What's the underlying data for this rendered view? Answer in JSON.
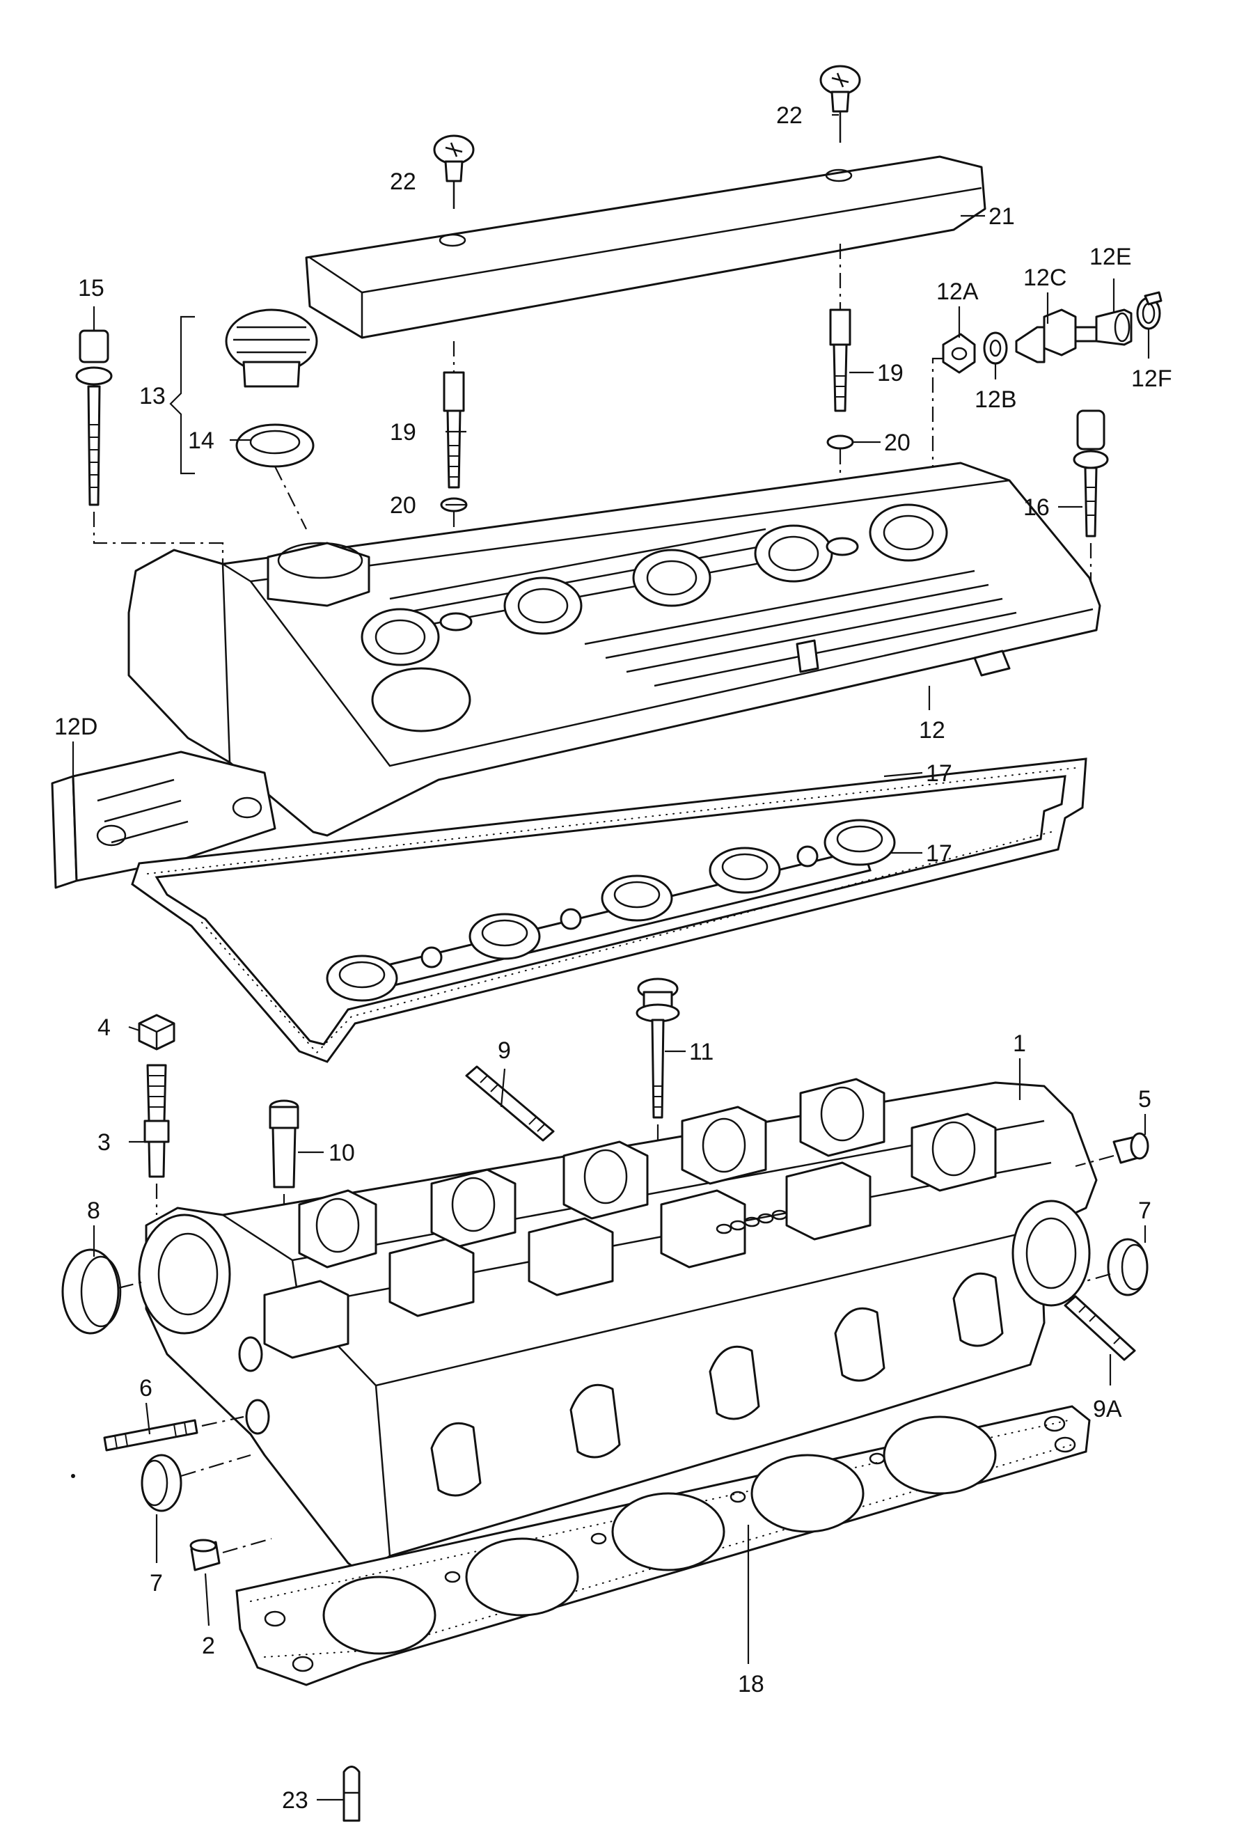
{
  "labels": {
    "p1": "1",
    "p2": "2",
    "p3": "3",
    "p4": "4",
    "p5": "5",
    "p6": "6",
    "p7a": "7",
    "p7b": "7",
    "p8": "8",
    "p9": "9",
    "p9a": "9A",
    "p10": "10",
    "p11": "11",
    "p12": "12",
    "p12a": "12A",
    "p12b": "12B",
    "p12c": "12C",
    "p12d": "12D",
    "p12e": "12E",
    "p12f": "12F",
    "p13": "13",
    "p14": "14",
    "p15": "15",
    "p16": "16",
    "p17a": "17",
    "p17b": "17",
    "p18": "18",
    "p19a": "19",
    "p19b": "19",
    "p20a": "20",
    "p20b": "20",
    "p21": "21",
    "p22a": "22",
    "p22b": "22",
    "p23": "23"
  }
}
